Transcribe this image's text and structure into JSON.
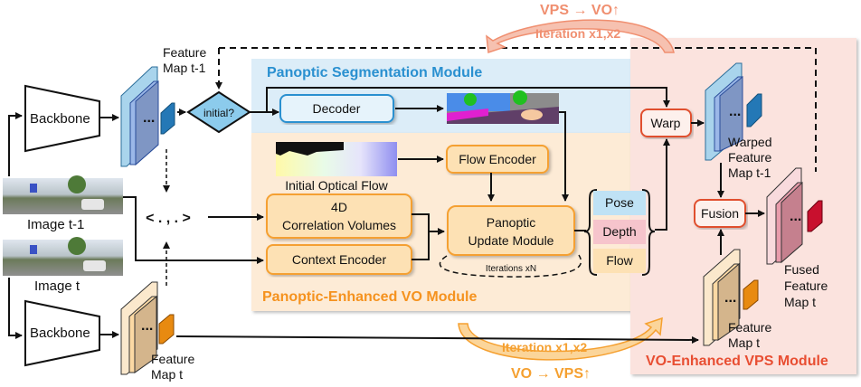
{
  "colors": {
    "seg_panel": "#dcedf8",
    "vo_panel": "#fdebd6",
    "vps_panel": "#fbe3de",
    "seg_title": "#2a90d0",
    "vo_title": "#f5921e",
    "vps_title": "#e84e32",
    "arrow_top": "#f08f70",
    "arrow_bottom": "#f5a030",
    "pose": "#bfe2f5",
    "depth": "#f6c4cc",
    "flow": "#fde1b4"
  },
  "labels": {
    "top_flow": "VPS → VO↑",
    "top_iter": "Iteration x1,x2",
    "bottom_flow": "VO → VPS↑",
    "bottom_iter": "Iteration x1,x2",
    "feature_map_t1": [
      "Feature",
      "Map t-1"
    ],
    "feature_map_t": [
      "Feature",
      "Map t"
    ],
    "image_t1": "Image  t-1",
    "image_t": "Image  t",
    "backbone_top": "Backbone",
    "backbone_bottom": "Backbone",
    "initial": "initial?",
    "correlation_op": "< . , . >",
    "seg_module": "Panoptic Segmentation Module",
    "vo_module": "Panoptic-Enhanced VO Module",
    "vps_module": "VO-Enhanced VPS Module",
    "decoder": "Decoder",
    "initial_flow": "Initial Optical Flow",
    "flow_encoder": "Flow Encoder",
    "corr_volumes": [
      "4D",
      "Correlation Volumes"
    ],
    "context_encoder": "Context Encoder",
    "update_module": [
      "Panoptic",
      "Update Module"
    ],
    "iterations": "Iterations xN",
    "pose": "Pose",
    "depth": "Depth",
    "flow": "Flow",
    "warp": "Warp",
    "fusion": "Fusion",
    "warped_map": [
      "Warped",
      "Feature",
      "Map t-1"
    ],
    "fused_map": [
      "Fused",
      "Feature",
      "Map t"
    ],
    "feature_map_t_vps": [
      "Feature",
      "Map t"
    ]
  }
}
